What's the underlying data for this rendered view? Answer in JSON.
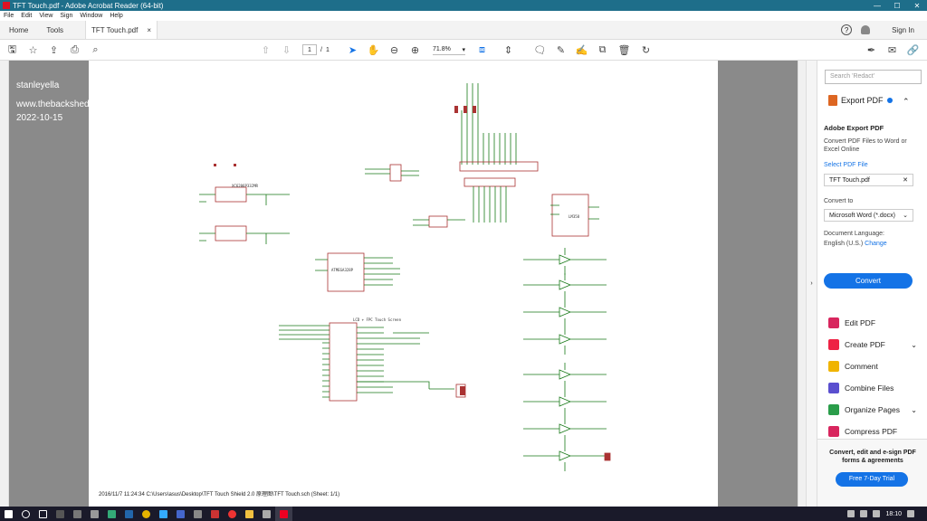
{
  "window": {
    "title": "TFT Touch.pdf - Adobe Acrobat Reader (64-bit)",
    "minimize": "—",
    "maximize": "☐",
    "close": "✕"
  },
  "menu": [
    "File",
    "Edit",
    "View",
    "Sign",
    "Window",
    "Help"
  ],
  "tabs": {
    "home": "Home",
    "tools": "Tools",
    "doc": "TFT Touch.pdf",
    "doc_close": "×"
  },
  "header_right": {
    "help": "?",
    "sign_in": "Sign In"
  },
  "toolbar": {
    "page_current": "1",
    "page_sep": "/",
    "page_total": "1",
    "zoom": "71.8%",
    "zoom_caret": "▾"
  },
  "icons": {
    "save": "🖫",
    "star": "☆",
    "upload": "⇪",
    "print": "⎙",
    "find": "⌕",
    "prev": "⇧",
    "next": "⇩",
    "select": "➤",
    "hand": "✋",
    "zoom_out": "⊖",
    "zoom_in": "⊕",
    "fit": "⧈",
    "scroll": "⇕",
    "comment": "🗨",
    "pen": "✎",
    "sign": "✍",
    "fill": "⧉",
    "delete": "🗑",
    "rotate": "↻",
    "fill_sign": "✒",
    "mail": "✉",
    "link": "🔗"
  },
  "document": {
    "watermark": [
      "stanleyella",
      "www.thebackshed.com",
      "2022-10-15"
    ],
    "footer": "2016/11/7 11:24:34   C:\\Users\\asus\\Desktop\\TFT Touch Shield 2.0 原理图\\TFT Touch.sch (Sheet: 1/1)",
    "schematic_labels": {
      "lcd_title": "LCD + FPC Touch Screen",
      "ic_top": "ATMEGA328P",
      "ic_mid": "XC6206P332MR",
      "ic_right": "LM358"
    }
  },
  "panel": {
    "search_placeholder": "Search 'Redact'",
    "export_title": "Export PDF",
    "collapse": "⌃",
    "heading": "Adobe Export PDF",
    "description": "Convert PDF Files to Word or Excel Online",
    "select_link": "Select PDF File",
    "file_name": "TFT Touch.pdf",
    "file_remove": "✕",
    "convert_to_label": "Convert to",
    "convert_to_value": "Microsoft Word (*.docx)",
    "dropdown_caret": "⌄",
    "lang_label": "Document Language:",
    "lang_value": "English (U.S.)",
    "lang_change": "Change",
    "convert_button": "Convert",
    "tools": [
      {
        "label": "Edit PDF",
        "color": "#d8265e",
        "chevron": ""
      },
      {
        "label": "Create PDF",
        "color": "#e24",
        " chevron": "⌄"
      },
      {
        "label": "Comment",
        "color": "#f0b400",
        "chevron": ""
      },
      {
        "label": "Combine Files",
        "color": "#5a4fcf",
        "chevron": ""
      },
      {
        "label": "Organize Pages",
        "color": "#2a9d4a",
        "chevron": "⌄"
      },
      {
        "label": "Compress PDF",
        "color": "#d8265e",
        "chevron": ""
      }
    ],
    "promo_text": "Convert, edit and e-sign PDF forms & agreements",
    "trial_button": "Free 7-Day Trial"
  },
  "taskbar": {
    "time": "18:10",
    "icons": [
      "start",
      "search",
      "task-view",
      "app",
      "app",
      "app",
      "app",
      "app",
      "chrome",
      "app",
      "app",
      "app",
      "app",
      "app",
      "file-explorer",
      "app",
      "acrobat"
    ]
  }
}
